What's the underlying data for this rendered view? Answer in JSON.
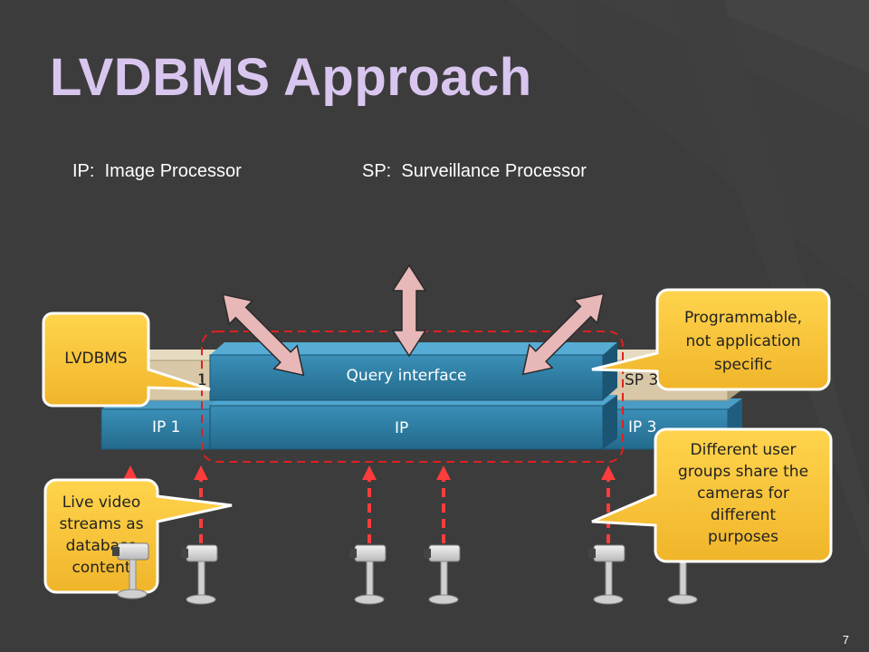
{
  "slide": {
    "title": "LVDBMS Approach",
    "definitions": {
      "ip": "IP:  Image Processor",
      "sp": "SP:  Surveillance Processor"
    },
    "page_number": "7"
  },
  "diagram": {
    "ip_left": "IP 1",
    "ip_center": "IP",
    "ip_right": "IP 3",
    "sp_left": "1",
    "sp_right": "SP 3",
    "query": "Query interface"
  },
  "callouts": {
    "lvdbms": "LVDBMS",
    "programmable": [
      "Programmable,",
      "not application",
      "specific"
    ],
    "live": [
      "Live video",
      "streams as",
      "database",
      "content"
    ],
    "groups": [
      "Different user",
      "groups share the",
      "cameras for",
      "different",
      "purposes"
    ]
  },
  "colors": {
    "background": "#3c3c3c",
    "title": "#d9c6ef",
    "ip_box": "#2f7ea3",
    "sp_box": "#d8c8a8",
    "callout": "#f4c43a",
    "arrow_red": "#ff3c3c",
    "arrow_pink": "#e8b7b7"
  }
}
